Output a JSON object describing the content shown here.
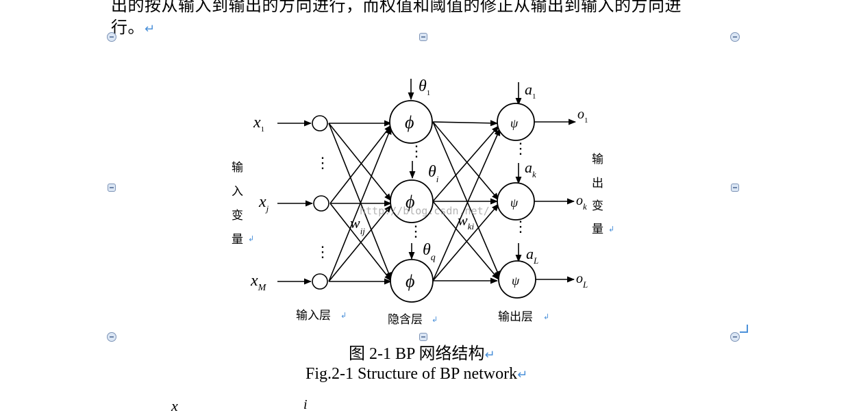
{
  "document": {
    "top_line": "出的按从输入到输出的方向进行，而权值和阈值的修正从输出到输入的方向进",
    "top_line_end": "行。",
    "caption_cn": "图 2-1 BP 网络结构",
    "caption_en": "Fig.2-1 Structure of BP network",
    "bottom_fragment_1": "x",
    "bottom_fragment_2": "i",
    "paragraph_mark": "↵"
  },
  "diagram": {
    "inputs": [
      "x",
      "x",
      "x"
    ],
    "input_subs": [
      "1",
      "j",
      "M"
    ],
    "hidden_symbol": "ϕ",
    "output_symbol": "ψ",
    "thresholds": [
      "θ",
      "θ",
      "θ"
    ],
    "threshold_subs": [
      "1",
      "i",
      "q"
    ],
    "output_thresholds": [
      "a",
      "a",
      "a"
    ],
    "output_threshold_subs": [
      "1",
      "k",
      "L"
    ],
    "outputs": [
      "o",
      "o",
      "o"
    ],
    "output_subs": [
      "1",
      "k",
      "L"
    ],
    "weight_ih": "w",
    "weight_ih_sub": "ij",
    "weight_ho": "w",
    "weight_ho_sub": "ki",
    "input_var_label": [
      "输",
      "入",
      "变",
      "量"
    ],
    "output_var_label": [
      "输",
      "出",
      "变",
      "量"
    ],
    "layer_input": "输入层",
    "layer_hidden": "隐含层",
    "layer_output": "输出层",
    "ellipsis": "⋮",
    "watermark": "http://blog.csdn.net/"
  }
}
